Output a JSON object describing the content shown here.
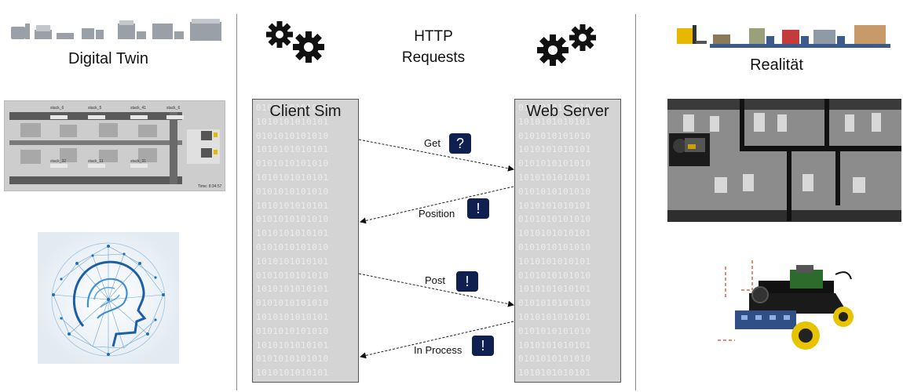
{
  "left": {
    "title": "Digital Twin"
  },
  "middle": {
    "protocol": "HTTP Requests",
    "client_label": "Client Sim",
    "server_label": "Web Server",
    "messages": [
      {
        "label": "Get",
        "badge": "?"
      },
      {
        "label": "Position",
        "badge": "!"
      },
      {
        "label": "Post",
        "badge": "!"
      },
      {
        "label": "In Process",
        "badge": "!"
      }
    ],
    "badge_color": "#0f2050"
  },
  "right": {
    "title": "Realität"
  },
  "sim": {
    "time": "Time: 8:34:57",
    "stacks_top": [
      "stack_6",
      "stack_5",
      "stack_41",
      "stack_6"
    ],
    "stacks_bottom": [
      "stack_32",
      "stack_11",
      "stack_31"
    ]
  }
}
